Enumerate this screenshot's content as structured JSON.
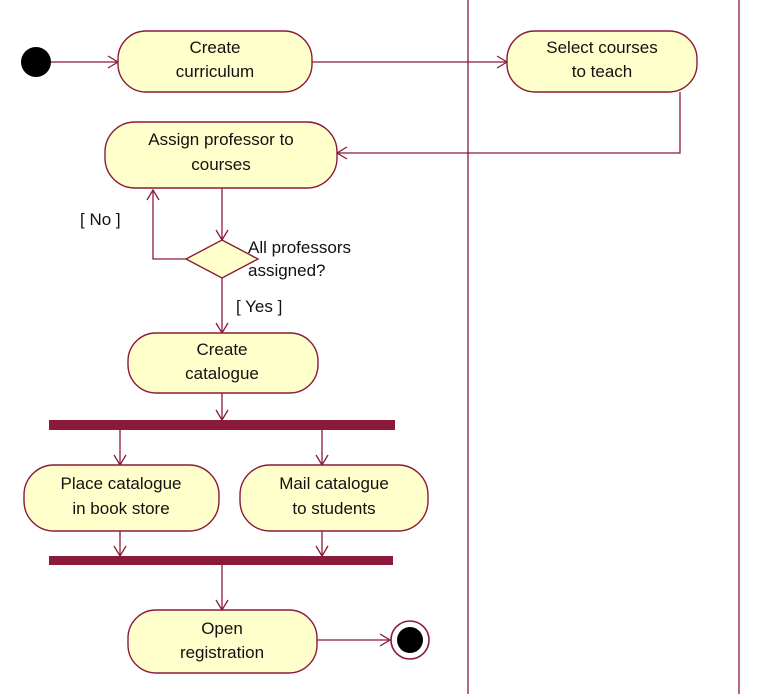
{
  "activities": {
    "create_curriculum": [
      "Create",
      "curriculum"
    ],
    "select_courses": [
      "Select courses",
      "to teach"
    ],
    "assign_professor": [
      "Assign professor to",
      "courses"
    ],
    "create_catalogue": [
      "Create",
      "catalogue"
    ],
    "place_catalogue": [
      "Place catalogue",
      "in book store"
    ],
    "mail_catalogue": [
      "Mail catalogue",
      "to students"
    ],
    "open_registration": [
      "Open",
      "registration"
    ]
  },
  "decision": {
    "question": [
      "All professors",
      "assigned?"
    ],
    "guard_no": "[ No ]",
    "guard_yes": "[ Yes ]"
  },
  "colors": {
    "activity_fill": "#ffffcc",
    "line": "#8b1a3a",
    "node": "#000000"
  }
}
